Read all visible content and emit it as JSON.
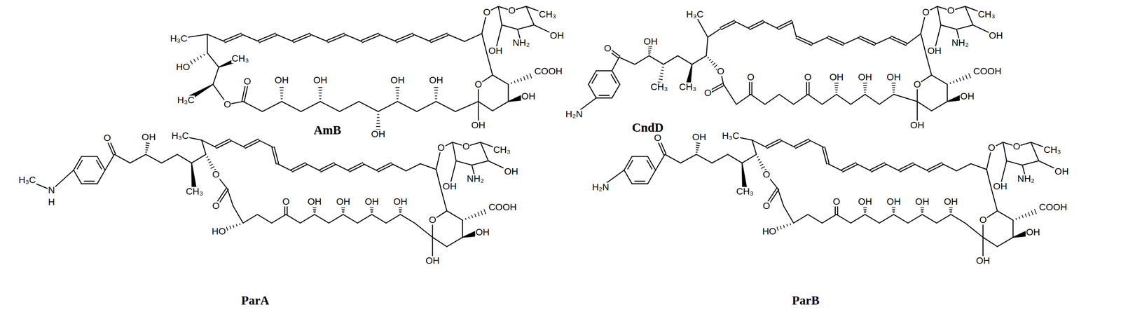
{
  "diagram": {
    "labels": [
      "H₃C",
      "HO",
      "CH₃",
      "H₃C",
      "O",
      "O",
      "OH",
      "OH",
      "OH",
      "OH",
      "OH",
      "O",
      "O",
      "CH₃",
      "OH",
      "NH₂",
      "OH",
      "O",
      "COOH",
      "OH",
      "OH",
      "AmB",
      "H₂N",
      "O",
      "OH",
      "CH₃",
      "CH₃",
      "H₃C",
      "O",
      "O",
      "O",
      "O",
      "OH",
      "OH",
      "OH",
      "O",
      "O",
      "CH₃",
      "OH",
      "NH₂",
      "OH",
      "O",
      "COOH",
      "OH",
      "OH",
      "CndD",
      "H₃C",
      "N",
      "H",
      "O",
      "OH",
      "H₃C",
      "CH₃",
      "O",
      "O",
      "HO",
      "O",
      "OH",
      "OH",
      "OH",
      "OH",
      "O",
      "O",
      "CH₃",
      "OH",
      "NH₂",
      "OH",
      "O",
      "COOH",
      "OH",
      "OH",
      "ParA",
      "H₂N",
      "O",
      "OH",
      "H₃C",
      "CH₃",
      "O",
      "O",
      "HO",
      "O",
      "OH",
      "OH",
      "OH",
      "OH",
      "O",
      "O",
      "CH₃",
      "OH",
      "NH₂",
      "OH",
      "O",
      "COOH",
      "OH",
      "OH",
      "ParB"
    ]
  }
}
